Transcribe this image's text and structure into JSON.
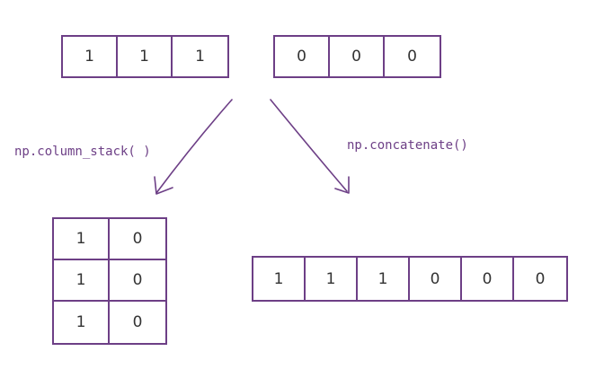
{
  "inputs": {
    "ones": [
      "1",
      "1",
      "1"
    ],
    "zeros": [
      "0",
      "0",
      "0"
    ]
  },
  "labels": {
    "column_stack": "np.column_stack( )",
    "concatenate": "np.concatenate()"
  },
  "outputs": {
    "column_stack": [
      [
        "1",
        "0"
      ],
      [
        "1",
        "0"
      ],
      [
        "1",
        "0"
      ]
    ],
    "concatenate": [
      "1",
      "1",
      "1",
      "0",
      "0",
      "0"
    ]
  },
  "colors": {
    "stroke": "#6d3f86",
    "text": "#333333"
  }
}
